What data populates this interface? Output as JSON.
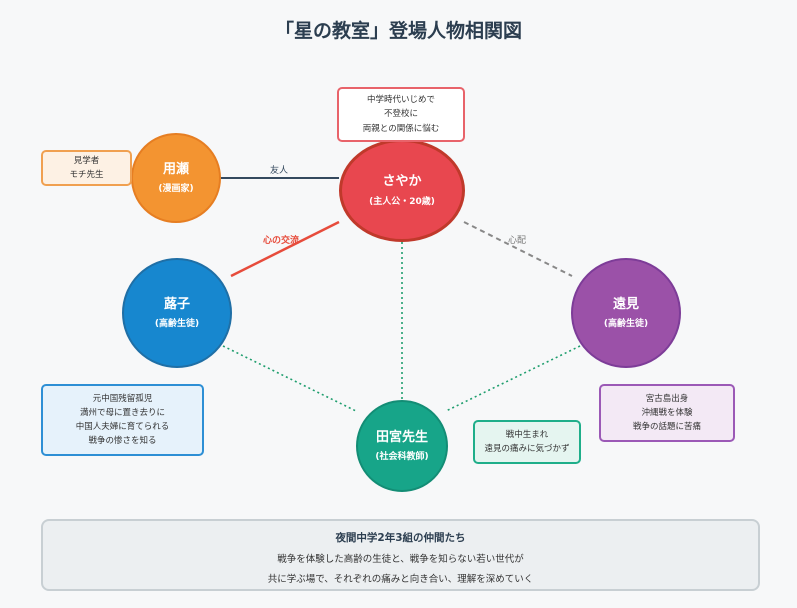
{
  "title": "「星の教室」登場人物相関図",
  "nodes": {
    "saya": {
      "name": "さやか",
      "sub": "(主人公・20歳)",
      "color": "#e8474f",
      "border": "#c0392b"
    },
    "yose": {
      "name": "用瀬",
      "sub": "(漫画家)",
      "color": "#f39431",
      "border": "#e67e22"
    },
    "yoko": {
      "name": "蕗子",
      "sub": "(高齢生徒)",
      "color": "#1787cf",
      "border": "#1f6fa6"
    },
    "tomi": {
      "name": "遠見",
      "sub": "(高齢生徒)",
      "color": "#9b51a8",
      "border": "#7d3c98"
    },
    "tamiya": {
      "name": "田宮先生",
      "sub": "(社会科教師)",
      "color": "#17a589",
      "border": "#138d75"
    }
  },
  "notes": {
    "saya": {
      "lines": [
        "中学時代いじめで",
        "不登校に",
        "両親との関係に悩む"
      ],
      "bg": "#ffffff",
      "border": "#e8636a"
    },
    "yose": {
      "lines": [
        "見学者",
        "モチ先生"
      ],
      "bg": "#fdf1e4",
      "border": "#f0a050"
    },
    "yoko": {
      "lines": [
        "元中国残留孤児",
        "満州で母に置き去りに",
        "中国人夫婦に育てられる",
        "戦争の惨さを知る"
      ],
      "bg": "#e6f2fb",
      "border": "#2d8fd5"
    },
    "tomi": {
      "lines": [
        "宮古島出身",
        "沖縄戦を体験",
        "戦争の話題に苦痛"
      ],
      "bg": "#f3e9f5",
      "border": "#9b59b6"
    },
    "tamiya": {
      "lines": [
        "戦中生まれ",
        "遠見の痛みに気づかず"
      ],
      "bg": "#e5f5f0",
      "border": "#1fae8a"
    }
  },
  "edges": {
    "friend": {
      "label": "友人",
      "color": "#34495e"
    },
    "heart": {
      "label": "心の交流",
      "color": "#e74c3c"
    },
    "concern": {
      "label": "心配",
      "color": "#888888"
    },
    "dotted_color": "#1f9e6e"
  },
  "summary": {
    "heading": "夜間中学2年3組の仲間たち",
    "line1": "戦争を体験した高齢の生徒と、戦争を知らない若い世代が",
    "line2": "共に学ぶ場で、それぞれの痛みと向き合い、理解を深めていく",
    "bg": "#eceff1",
    "border": "#c8cfd3"
  }
}
